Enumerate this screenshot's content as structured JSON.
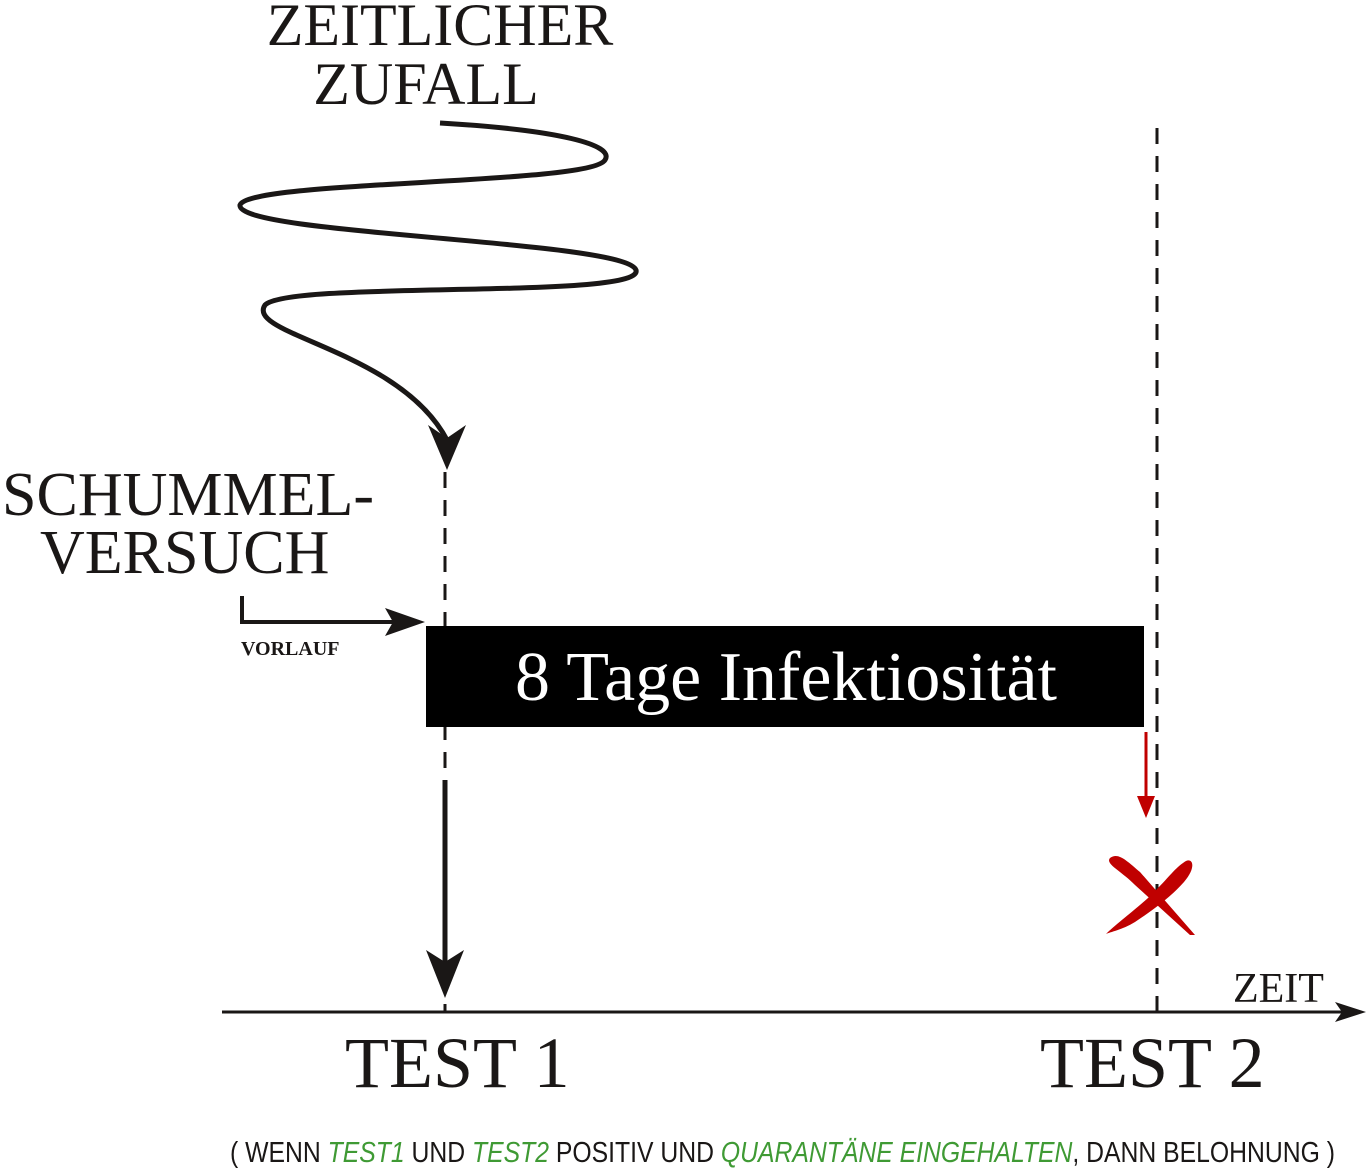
{
  "title": {
    "line1": "ZEITLICHER",
    "line2": "ZUFALL"
  },
  "cheat": {
    "line1": "SCHUMMEL-",
    "line2": "VERSUCH",
    "lead_label": "VORLAUF"
  },
  "infectious_bar": {
    "label": "8 Tage Infektiosität"
  },
  "axis": {
    "label": "ZEIT"
  },
  "tests": {
    "test1": "TEST 1",
    "test2": "TEST 2"
  },
  "footer": {
    "open": "( WENN ",
    "test1": "TEST1",
    "and1": " UND ",
    "test2": "TEST2",
    "mid": " POSITIV UND ",
    "quarantine": "QUARANTÄNE EINGEHALTEN",
    "end": ", DANN BELOHNUNG )"
  },
  "colors": {
    "ink": "#1a1716",
    "red": "#c00000",
    "green": "#3f9a34"
  },
  "icons": {
    "fail_mark": "red-cross-icon"
  }
}
